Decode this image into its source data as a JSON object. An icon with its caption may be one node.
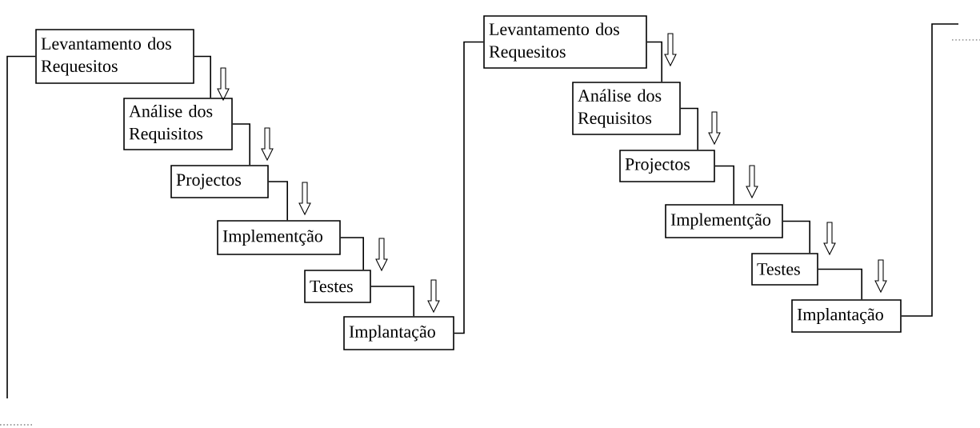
{
  "diagram": {
    "nodes": [
      {
        "text": [
          "Levantamento dos Requesitos"
        ]
      },
      {
        "text": [
          "Análise dos Requisitos"
        ]
      },
      {
        "text": [
          "Projectos"
        ]
      },
      {
        "text": [
          "Implementção"
        ]
      },
      {
        "text": [
          "Testes"
        ]
      },
      {
        "text": [
          "Implantação"
        ]
      },
      {
        "text": [
          "Levantamento dos Requesitos"
        ]
      },
      {
        "text": [
          "Análise dos Requisitos"
        ]
      },
      {
        "text": [
          "Projectos"
        ]
      },
      {
        "text": [
          "Implementção"
        ]
      },
      {
        "text": [
          "Testes"
        ]
      },
      {
        "text": [
          "Implantação"
        ]
      }
    ],
    "edges": [
      {
        "from": 0,
        "to": null,
        "arrow": "none"
      },
      {
        "from": 0,
        "to": 1,
        "arrow": "none"
      },
      {
        "from": 1,
        "to": 2,
        "arrow": "none"
      },
      {
        "from": 2,
        "to": 3,
        "arrow": "none"
      },
      {
        "from": 3,
        "to": 4,
        "arrow": "none"
      },
      {
        "from": 4,
        "to": 5,
        "arrow": "none"
      },
      {
        "from": 5,
        "to": 6,
        "arrow": "none"
      },
      {
        "from": 6,
        "to": 7,
        "arrow": "none"
      },
      {
        "from": 7,
        "to": 8,
        "arrow": "none"
      },
      {
        "from": 8,
        "to": 9,
        "arrow": "none"
      },
      {
        "from": 9,
        "to": 10,
        "arrow": "none"
      },
      {
        "from": 10,
        "to": 11,
        "arrow": "none"
      },
      {
        "from": 11,
        "to": null,
        "arrow": "none"
      }
    ]
  }
}
